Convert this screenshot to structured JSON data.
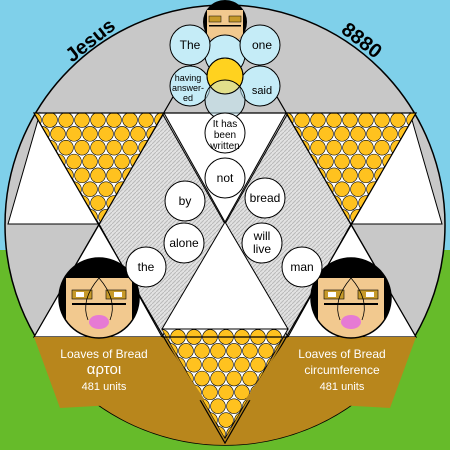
{
  "corner_left": "Jesus",
  "corner_right": "8880",
  "top_circles": {
    "the": "The",
    "one": "one",
    "having": [
      "having",
      "answer-",
      "ed"
    ],
    "said": "said"
  },
  "center_words": {
    "it_has_been_written": [
      "It has",
      "been",
      "written"
    ],
    "not": "not",
    "bread": "bread",
    "by": "by",
    "will_live": [
      "will",
      "live"
    ],
    "alone": "alone",
    "the": "the",
    "man": "man"
  },
  "left_panel": {
    "title": "Loaves of Bread",
    "greek": "αρτοι",
    "units": "481 units"
  },
  "right_panel": {
    "title": "Loaves of Bread",
    "subtitle": "circumference",
    "units": "481 units"
  },
  "colors": {
    "sky": "#7fd0ea",
    "grass": "#66bb2a",
    "disc": "#c8c8c8",
    "bread": "#ffc21f",
    "brown": "#b8861c",
    "bubble": "#c5ecf7"
  }
}
